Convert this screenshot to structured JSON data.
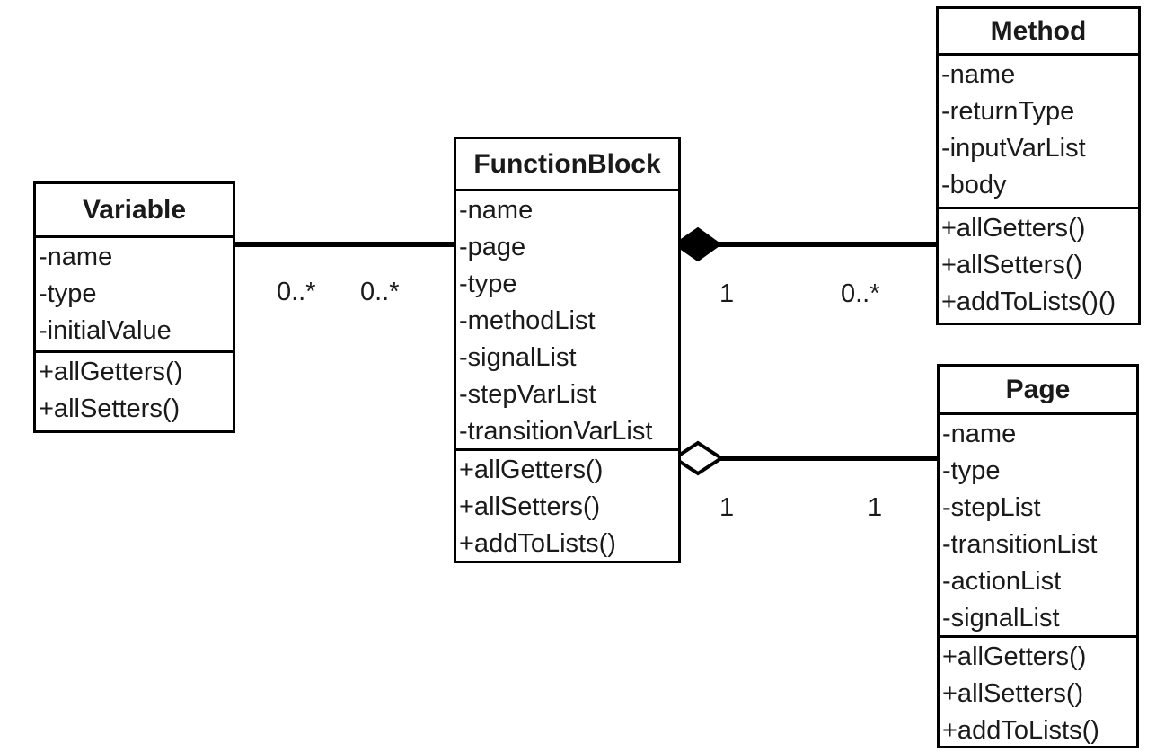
{
  "diagram": {
    "type": "uml-class-diagram",
    "colors": {
      "background": "#ffffff",
      "line": "#000000",
      "border": "#000000",
      "text": "#1a1a1a"
    },
    "classes": [
      {
        "id": "variable",
        "title": "Variable",
        "attributes": [
          "-name",
          "-type",
          "-initialValue"
        ],
        "methods": [
          "+allGetters()",
          "+allSetters()"
        ]
      },
      {
        "id": "functionblock",
        "title": "FunctionBlock",
        "attributes": [
          "-name",
          "-page",
          "-type",
          "-methodList",
          "-signalList",
          "-stepVarList",
          "-transitionVarList"
        ],
        "methods": [
          "+allGetters()",
          "+allSetters()",
          "+addToLists()"
        ]
      },
      {
        "id": "method",
        "title": "Method",
        "attributes": [
          "-name",
          "-returnType",
          "-inputVarList",
          "-body"
        ],
        "methods": [
          "+allGetters()",
          "+allSetters()",
          "+addToLists()()"
        ]
      },
      {
        "id": "page",
        "title": "Page",
        "attributes": [
          "-name",
          "-type",
          "-stepList",
          "-transitionList",
          "-actionList",
          "-signalList"
        ],
        "methods": [
          "+allGetters()",
          "+allSetters()",
          "+addToLists()"
        ]
      }
    ],
    "relationships": [
      {
        "from": "Variable",
        "to": "FunctionBlock",
        "type": "association",
        "from_multiplicity": "0..*",
        "to_multiplicity": "0..*"
      },
      {
        "from": "FunctionBlock",
        "to": "Method",
        "type": "composition",
        "from_multiplicity": "1",
        "to_multiplicity": "0..*"
      },
      {
        "from": "FunctionBlock",
        "to": "Page",
        "type": "aggregation",
        "from_multiplicity": "1",
        "to_multiplicity": "1"
      }
    ]
  }
}
